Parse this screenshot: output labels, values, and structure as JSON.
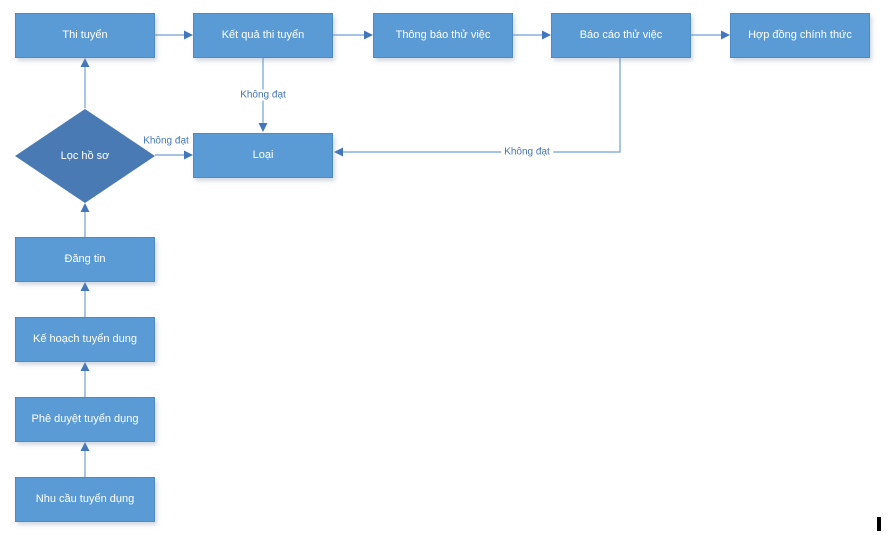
{
  "colors": {
    "node_fill": "#5b9bd5",
    "node_border": "#4e8ac6",
    "node_text": "#ffffff",
    "diamond_fill": "#4a7ab4",
    "connector": "#6fa0d6",
    "arrowhead": "#4377bb",
    "edge_label_text": "#4575b8"
  },
  "nodes": {
    "thi_tuyen": "Thi tuyển",
    "ket_qua_thi_tuyen": "Kết quả thi tuyển",
    "thong_bao_thu_viec": "Thông báo thử việc",
    "bao_cao_thu_viec": "Báo cáo thử việc",
    "hop_dong_chinh_thuc": "Hợp đồng chính thức",
    "loc_ho_so": "Lọc hồ sơ",
    "loai": "Loại",
    "dang_tin": "Đăng tin",
    "ke_hoach_tuyen_dung": "Kế hoạch tuyển dung",
    "phe_duyet_tuyen_dung": "Phê duyệt tuyển dụng",
    "nhu_cau_tuyen_dung": "Nhu cầu tuyển dụng"
  },
  "edge_labels": {
    "exam_fail": "Không đạt",
    "screening_fail": "Không đạt",
    "probation_fail": "Không đạt"
  }
}
